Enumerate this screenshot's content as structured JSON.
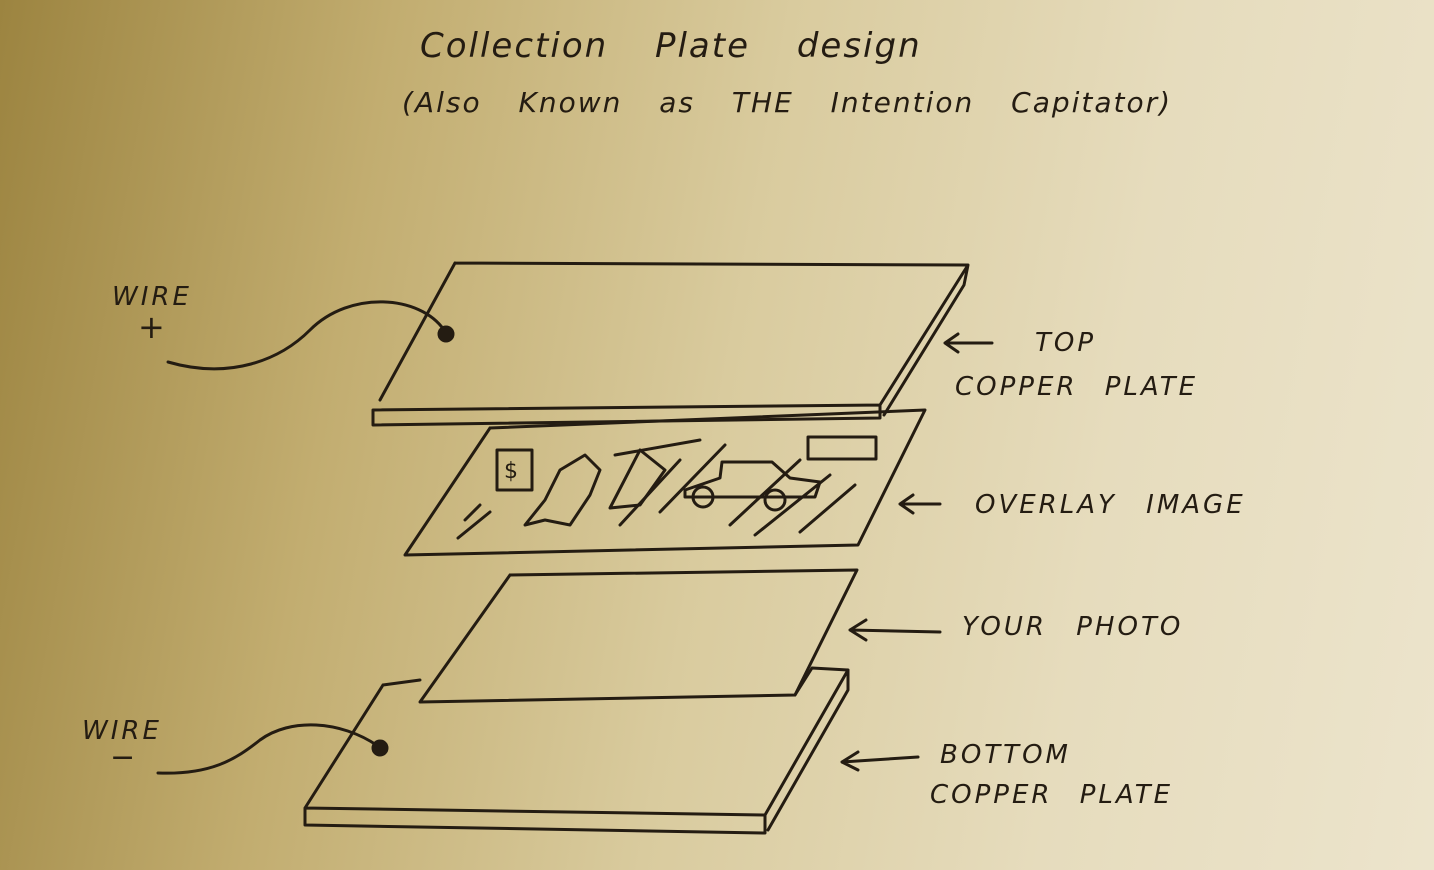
{
  "title": "Collection Plate design",
  "subtitle": "(Also Known as THE Intention Capitator)",
  "labels": {
    "wire_positive": "WIRE",
    "wire_positive_sign": "+",
    "wire_negative": "WIRE",
    "wire_negative_sign": "−",
    "top_plate_line1": "Top",
    "top_plate_line2": "copper plate",
    "overlay": "overlay image",
    "photo": "your photo",
    "bottom_plate_line1": "Bottom",
    "bottom_plate_line2": "copper plate"
  },
  "colors": {
    "ink": "#241c12",
    "paper_light": "#ece4cc",
    "paper_dark": "#9c8440"
  }
}
